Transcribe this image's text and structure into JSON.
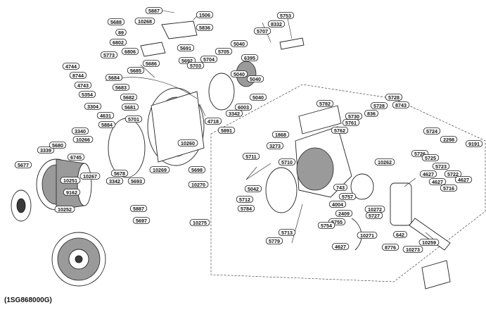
{
  "caption": "(1SG868000G)",
  "labels": [
    "5887",
    "1506",
    "10268",
    "5836",
    "5688",
    "89",
    "6802",
    "5773",
    "6806",
    "5685",
    "5686",
    "5691",
    "5692",
    "5684",
    "5683",
    "5682",
    "5681",
    "5703",
    "5704",
    "5705",
    "5040",
    "6395",
    "5707",
    "8332",
    "5753",
    "5040",
    "5040",
    "5040",
    "6003",
    "4744",
    "8744",
    "4743",
    "5354",
    "3304",
    "4631",
    "5884",
    "5701",
    "4718",
    "5891",
    "3342",
    "3340",
    "10266",
    "3339",
    "5680",
    "6745",
    "10251",
    "5678",
    "3342",
    "10267",
    "5677",
    "9162",
    "10252",
    "5693",
    "10269",
    "10260",
    "5698",
    "10270",
    "5887",
    "5697",
    "10275",
    "5782",
    "1868",
    "3273",
    "5710",
    "5711",
    "5042",
    "5712",
    "5784",
    "5762",
    "5761",
    "5730",
    "836",
    "10262",
    "5728",
    "5728",
    "8743",
    "743",
    "5757",
    "4004",
    "10272",
    "5727",
    "5724",
    "2298",
    "9191",
    "5726",
    "5725",
    "5723",
    "5722",
    "4627",
    "4627",
    "4627",
    "5716",
    "2409",
    "5755",
    "5754",
    "5713",
    "5779",
    "10271",
    "4627",
    "642",
    "8776",
    "10273",
    "10259"
  ]
}
